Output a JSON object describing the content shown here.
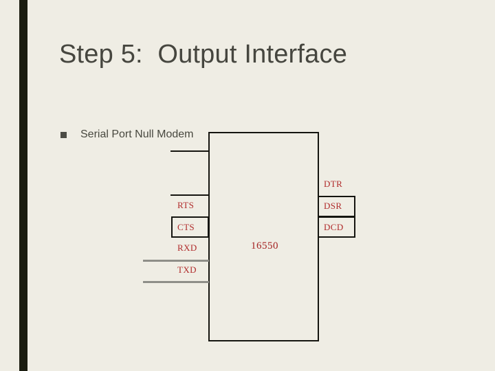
{
  "slide": {
    "title": "Step 5:  Output Interface",
    "background_color": "#efede4",
    "title_color": "#46463f",
    "stripe_color": "#1b1d10"
  },
  "bullets": [
    {
      "marker": "square-bullet",
      "text": "Serial Port Null Modem"
    }
  ],
  "diagram": {
    "chip": {
      "name": "16550",
      "label_color": "#a32020",
      "border_color": "#14140f"
    },
    "left_pins": [
      {
        "label": "RTS",
        "boxed": false
      },
      {
        "label": "CTS",
        "boxed": true
      },
      {
        "label": "RXD",
        "boxed": false
      },
      {
        "label": "TXD",
        "boxed": false
      }
    ],
    "right_pins": [
      {
        "label": "DTR",
        "boxed": false
      },
      {
        "label": "DSR",
        "boxed": true
      },
      {
        "label": "DCD",
        "boxed": true
      }
    ],
    "pin_label_color": "#b02b2b",
    "leader_line_colors": {
      "black": "#14140f",
      "gray": "#8e8e88"
    }
  }
}
